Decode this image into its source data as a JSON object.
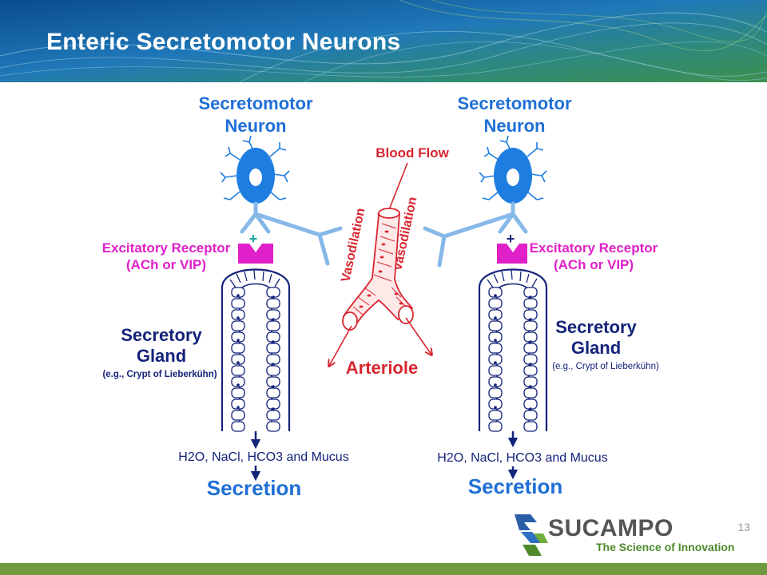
{
  "slide": {
    "title": "Enteric Secretomotor Neurons",
    "page_number": "13"
  },
  "left_panel": {
    "neuron_label_line1": "Secretomotor",
    "neuron_label_line2": "Neuron",
    "plus_sign": "+",
    "receptor_label_line1": "Excitatory Receptor",
    "receptor_label_line2": "(ACh or VIP)",
    "gland_label_line1": "Secretory",
    "gland_label_line2": "Gland",
    "gland_example": "(e.g., Crypt of Lieberkühn)",
    "output_label": "H2O, NaCl, HCO3 and Mucus",
    "secretion_label": "Secretion"
  },
  "right_panel": {
    "neuron_label_line1": "Secretomotor",
    "neuron_label_line2": "Neuron",
    "plus_sign": "+",
    "receptor_label_line1": "Excitatory Receptor",
    "receptor_label_line2": "(ACh or VIP)",
    "gland_label_line1": "Secretory",
    "gland_label_line2": "Gland",
    "gland_example": "(e.g., Crypt of Lieberkühn)",
    "output_label": "H2O, NaCl, HCO3 and Mucus",
    "secretion_label": "Secretion"
  },
  "center": {
    "blood_flow_label": "Blood Flow",
    "vasodilation_left": "Vasodilation",
    "vasodilation_right": "Vasodilation",
    "arteriole_label": "Arteriole"
  },
  "logo": {
    "wordmark": "SUCAMPO",
    "tagline": "The Science of Innovation"
  },
  "colors": {
    "neuron_blue": "#1e7de0",
    "label_blue": "#1f6fd6",
    "axon_blue": "#86b8e8",
    "receptor_magenta": "#e020c8",
    "plus_teal": "#1aa3a3",
    "gland_navy": "#14237a",
    "arteriole_red": "#d8262f",
    "footer_green": "#6f9a3e",
    "logo_green": "#4e8a2a"
  }
}
